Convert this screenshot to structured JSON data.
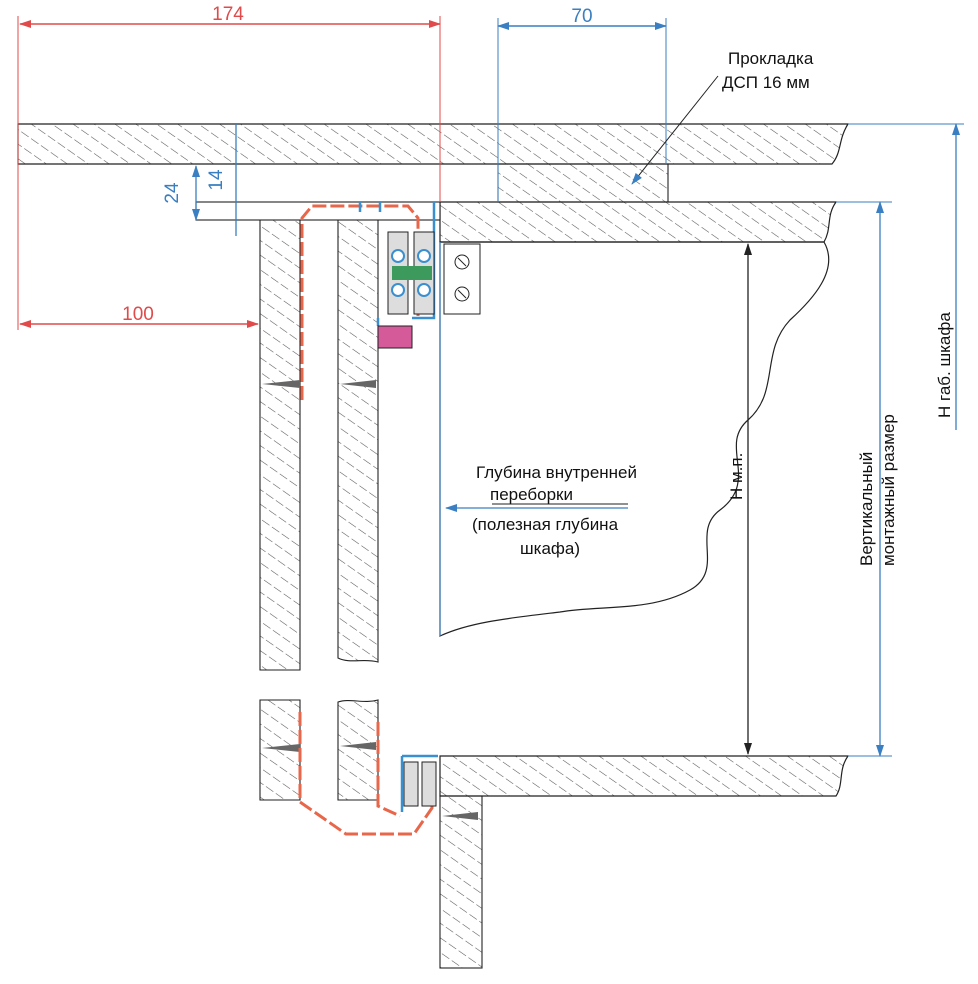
{
  "colors": {
    "outline": "#222222",
    "dim_red": "#e04a4a",
    "dim_blue": "#3a7fc1",
    "hinge_orange": "#e8664a",
    "guide_blue": "#3a8fd0",
    "seal_green": "#3c9a5c",
    "seal_pink": "#d45a9a"
  },
  "dimensions": {
    "top_width": "174",
    "offset_70": "70",
    "dim_24": "24",
    "dim_14": "14",
    "dim_100": "100"
  },
  "labels": {
    "gasket_line1": "Прокладка",
    "gasket_line2": "ДСП 16 мм",
    "depth_line1": "Глубина внутренней",
    "depth_line2": "переборки",
    "depth_line3": "(полезная глубина",
    "depth_line4": "шкафа)",
    "h_mp": "Н м.п.",
    "vertical_line1": "Вертикальный",
    "vertical_line2": "монтажный размер",
    "h_gab": "Н габ. шкафа"
  }
}
